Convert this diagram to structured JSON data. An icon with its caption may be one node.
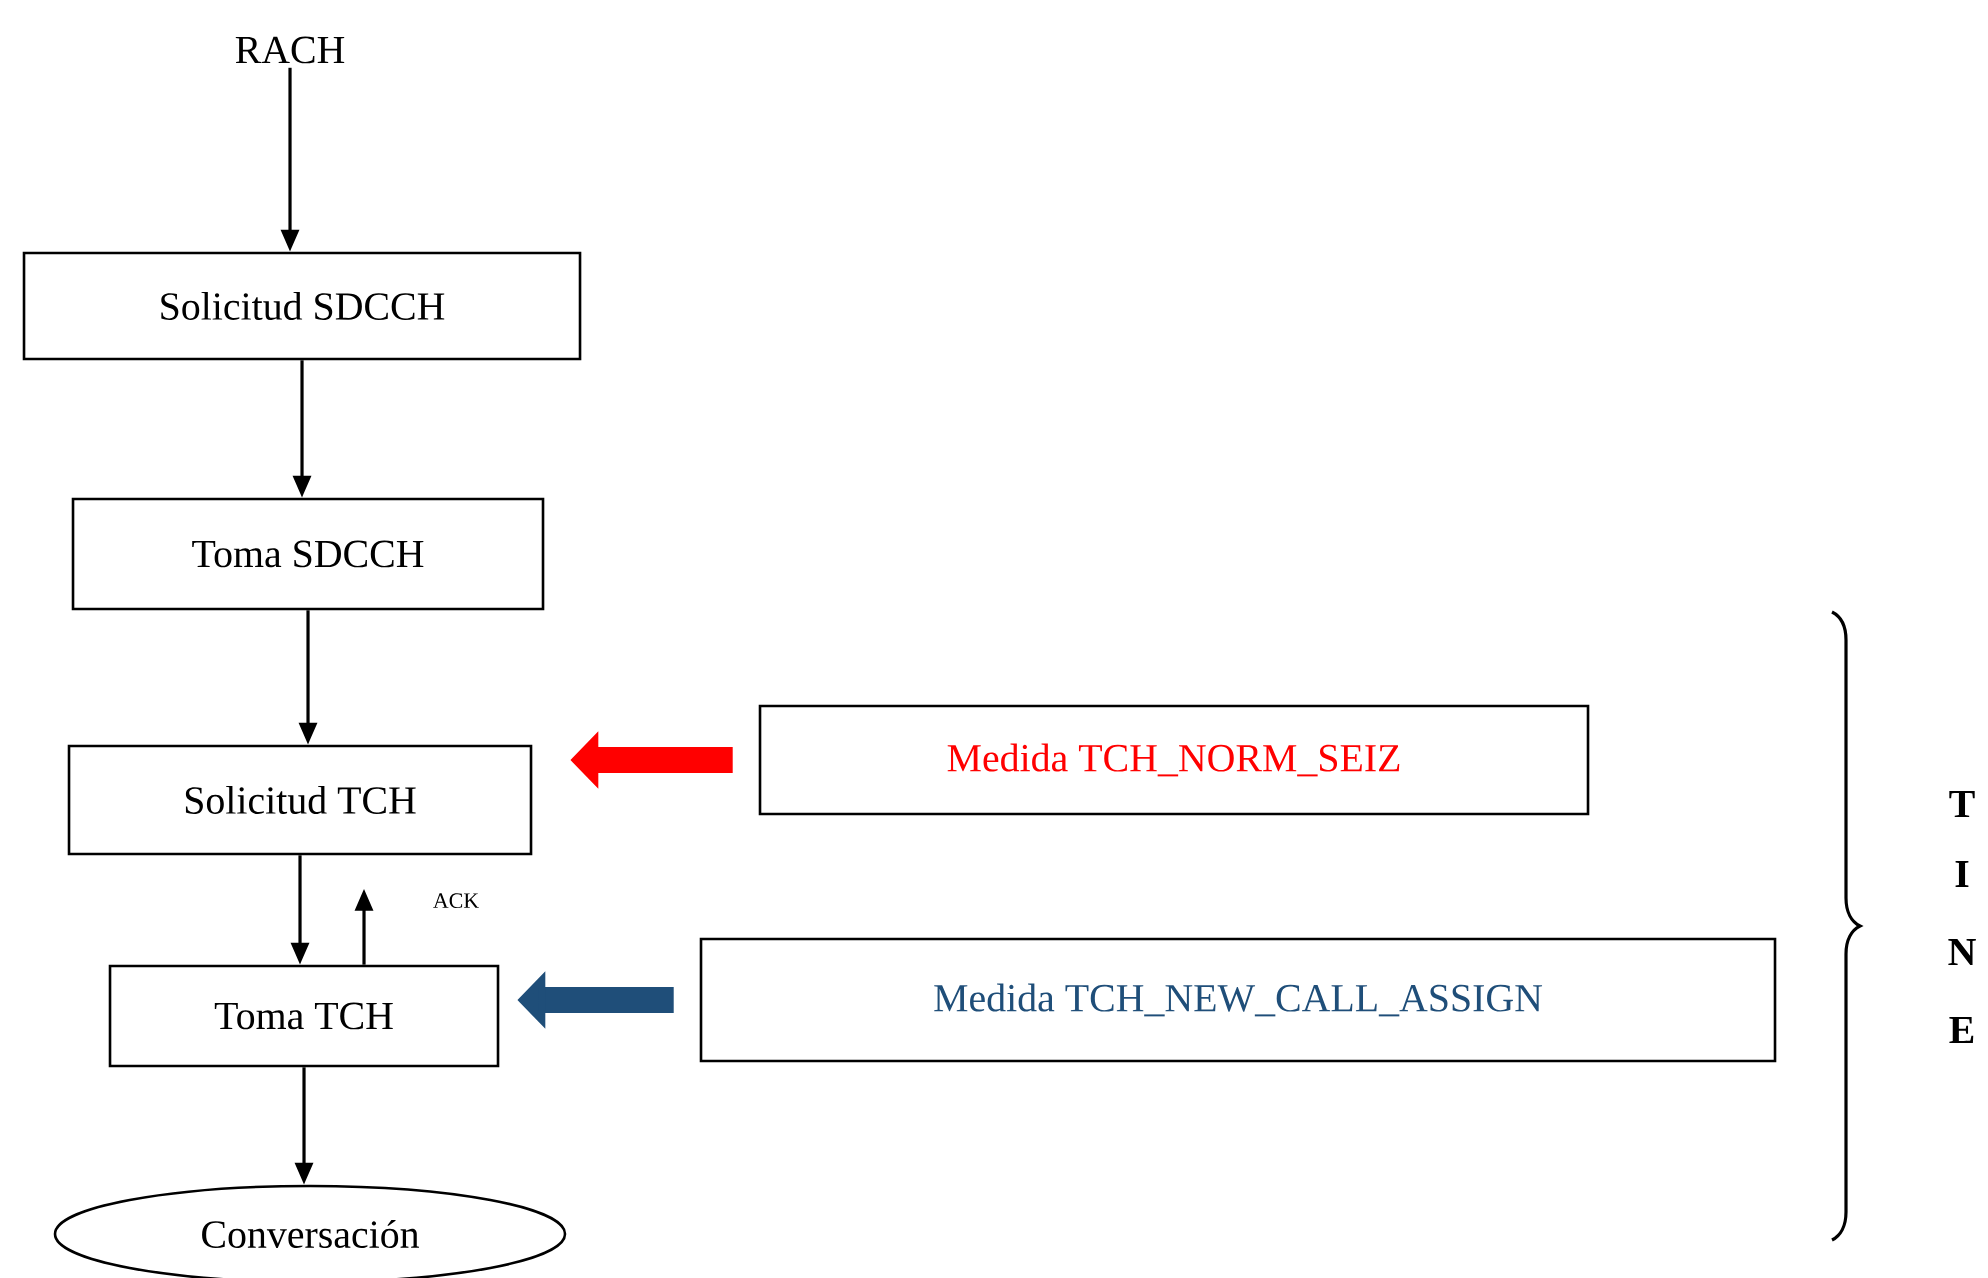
{
  "diagram": {
    "nodes": [
      {
        "text": [
          "RACH"
        ]
      },
      {
        "text": [
          "Solicitud SDCCH"
        ]
      },
      {
        "text": [
          "Toma SDCCH"
        ]
      },
      {
        "text": [
          "Solicitud TCH"
        ]
      },
      {
        "text": [
          "Toma TCH"
        ]
      },
      {
        "text": [
          "Conversación"
        ]
      },
      {
        "text": [
          "Medida TCH_NORM_SEIZ"
        ]
      },
      {
        "text": [
          "Medida TCH_NEW_CALL_ASSIGN"
        ]
      }
    ],
    "edges": [
      {
        "from": 0,
        "to": 1,
        "arrow": "to"
      },
      {
        "from": 1,
        "to": 2,
        "arrow": "to"
      },
      {
        "from": 2,
        "to": 3,
        "arrow": "to"
      },
      {
        "from": 3,
        "to": 4,
        "arrow": "to"
      },
      {
        "from": 4,
        "to": null,
        "arrow": "to",
        "label": "ACK"
      },
      {
        "from": 4,
        "to": 5,
        "arrow": "to"
      },
      {
        "from": 6,
        "to": 3,
        "arrow": "to",
        "style": "thick",
        "color": "#ff0000"
      },
      {
        "from": 7,
        "to": 4,
        "arrow": "to",
        "style": "thick",
        "color": "#1f4e79"
      }
    ],
    "labels": [
      "T",
      "I",
      "N",
      "E"
    ]
  }
}
